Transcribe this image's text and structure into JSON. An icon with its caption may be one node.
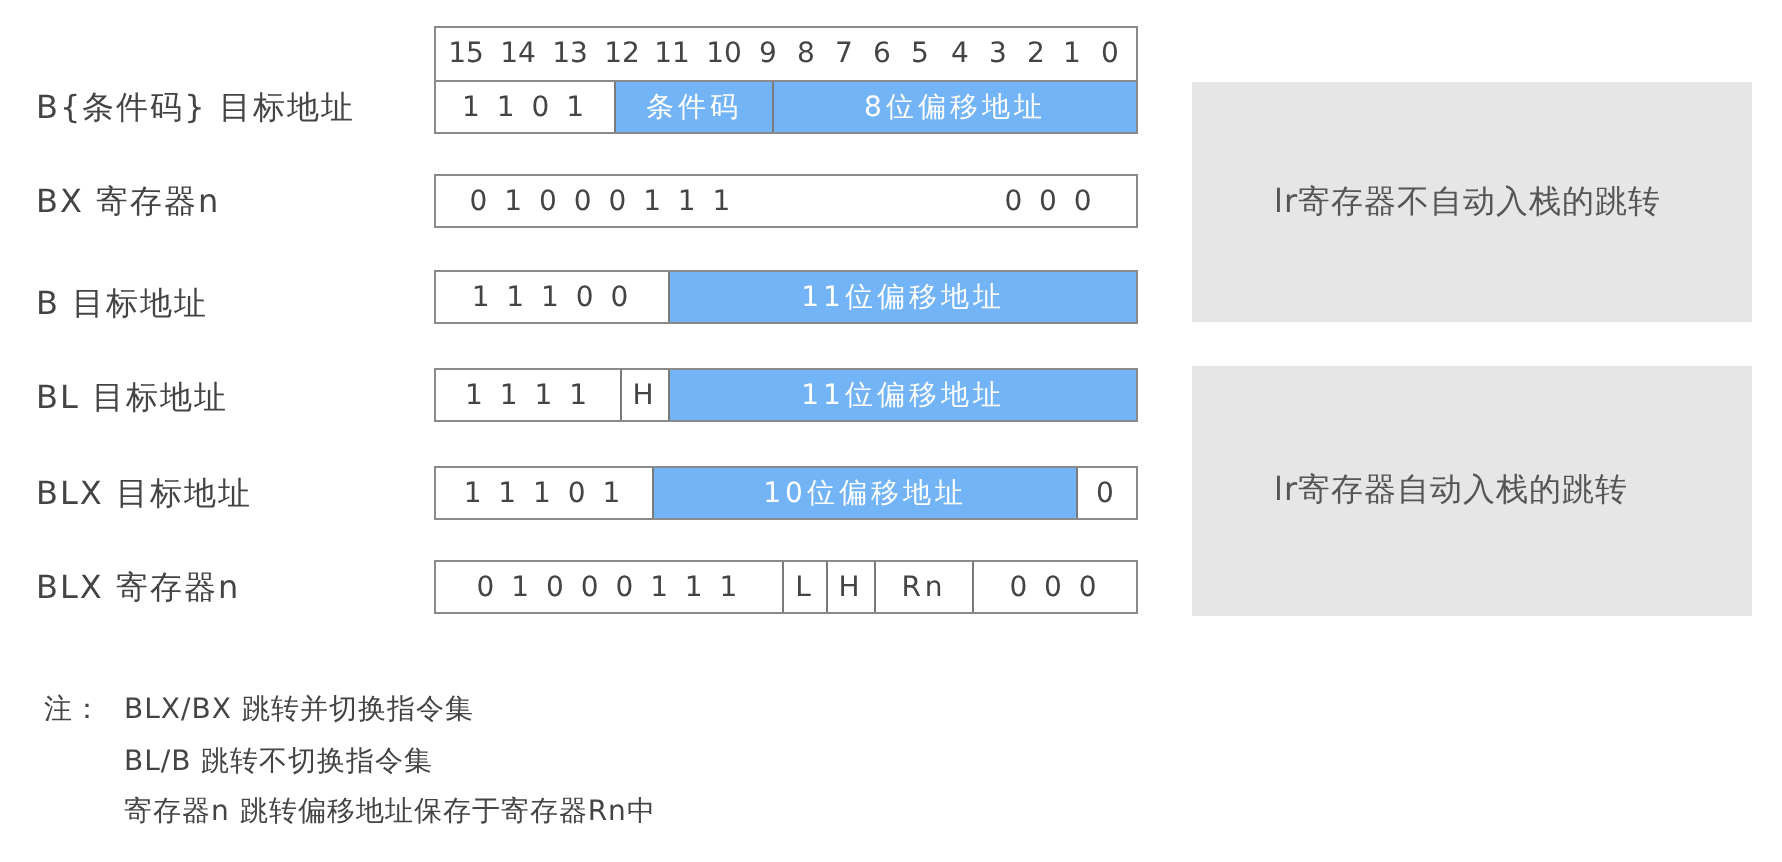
{
  "diagram": {
    "nodes": [
      {
        "text": [
          "15",
          "14",
          "13",
          "12",
          "11",
          "10",
          "9",
          "8",
          "7",
          "6",
          "5",
          "4",
          "3",
          "2",
          "1",
          "0"
        ]
      },
      {
        "text": [],
        "shape": "box"
      },
      {
        "text": [
          "1 1 0 1"
        ],
        "in": 1
      },
      {
        "text": [
          "条件码"
        ],
        "in": 1
      },
      {
        "text": [
          "8位偏移地址"
        ],
        "in": 1
      },
      {
        "text": [
          "0 1 0 0 0 1 1 1",
          "0 0 0"
        ]
      },
      {
        "text": [],
        "shape": "box"
      },
      {
        "text": [
          "1 1 1 0 0"
        ],
        "in": 6
      },
      {
        "text": [
          "11位偏移地址"
        ],
        "in": 6
      },
      {
        "text": [],
        "shape": "box"
      },
      {
        "text": [
          "1 1 1 1"
        ],
        "in": 9
      },
      {
        "text": [
          "H"
        ],
        "in": 9
      },
      {
        "text": [
          "11位偏移地址"
        ],
        "in": 9
      },
      {
        "text": [],
        "shape": "box"
      },
      {
        "text": [
          "1 1 1 0 1"
        ],
        "in": 13
      },
      {
        "text": [
          "10位偏移地址"
        ],
        "in": 13
      },
      {
        "text": [
          "0"
        ],
        "in": 13
      },
      {
        "text": [],
        "shape": "box"
      },
      {
        "text": [
          "0 1 0 0 0 1 1 1"
        ],
        "in": 17
      },
      {
        "text": [
          "L"
        ],
        "in": 17
      },
      {
        "text": [
          "H"
        ],
        "in": 17
      },
      {
        "text": [
          "Rn"
        ],
        "in": 17
      },
      {
        "text": [
          "0 0 0"
        ],
        "in": 17
      },
      {
        "text": [
          "lr寄存器不自动入栈的跳转"
        ]
      },
      {
        "text": [
          "lr寄存器自动入栈的跳转"
        ]
      }
    ],
    "labels": [
      "B{条件码} 目标地址",
      "BX 寄存器n",
      "B 目标地址",
      "BL 目标地址",
      "BLX 目标地址",
      "BLX 寄存器n",
      "注：",
      "BLX/BX 跳转并切换指令集",
      "BL/B 跳转不切换指令集",
      "寄存器n 跳转偏移地址保存于寄存器Rn中"
    ]
  }
}
